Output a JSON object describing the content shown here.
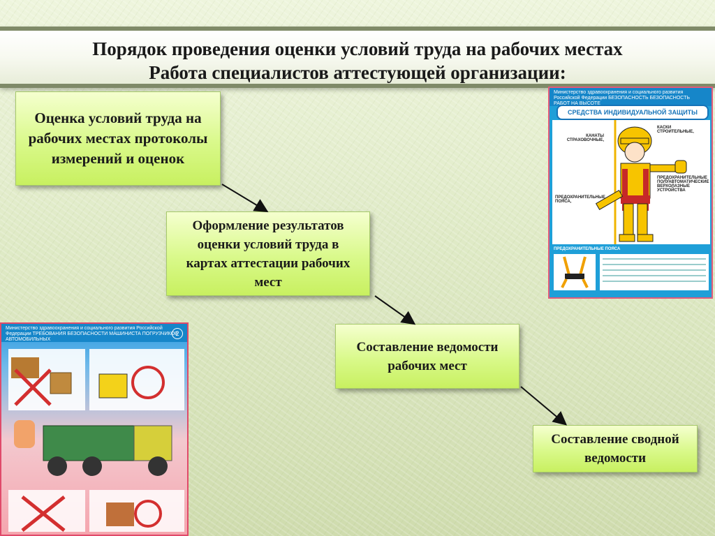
{
  "title": {
    "line1": "Порядок проведения оценки условий труда на  рабочих местах",
    "line2": "Работа специалистов аттестующей организации:"
  },
  "steps": [
    {
      "text": "Оценка условий труда на рабочих местах протоколы измерений и оценок"
    },
    {
      "text": "Оформление результатов оценки условий труда в картах аттестации рабочих мест"
    },
    {
      "text": "Составление ведомости рабочих мест"
    },
    {
      "text": "Составление сводной ведомости"
    }
  ],
  "poster_right": {
    "header": "Министерство здравоохранения и социального развития Российской Федерации БЕЗОПАСНОСТЬ БЕЗОПАСНОСТЬ РАБОТ НА ВЫСОТЕ",
    "banner": "СРЕДСТВА ИНДИВИДУАЛЬНОЙ ЗАЩИТЫ",
    "label_helmet": "КАСКИ СТРОИТЕЛЬНЫЕ,",
    "label_ropes": "КАНАТЫ СТРАХОВОЧНЫЕ,",
    "label_belts_semi": "ПРЕДОХРАНИТЕЛЬНЫЕ ПОЛУАВТОМАТИЧЕСКИЕ ВЕРХОЛАЗНЫЕ УСТРОЙСТВА",
    "label_belts": "ПРЕДОХРАНИТЕЛЬНЫЕ ПОЯСА,",
    "section": "ПРЕДОХРАНИТЕЛЬНЫЕ ПОЯСА"
  },
  "poster_left": {
    "header": "Министерство здравоохранения и социального развития Российской Федерации ТРЕБОВАНИЯ БЕЗОПАСНОСТИ МАШИНИСТА ПОГРУЗЧИКОВ АВТОМОБИЛЬНЫХ",
    "badge": "2"
  },
  "colors": {
    "box_top": "#f5ffcf",
    "box_bottom": "#c8f060",
    "poster_blue": "#1f9fd8"
  }
}
